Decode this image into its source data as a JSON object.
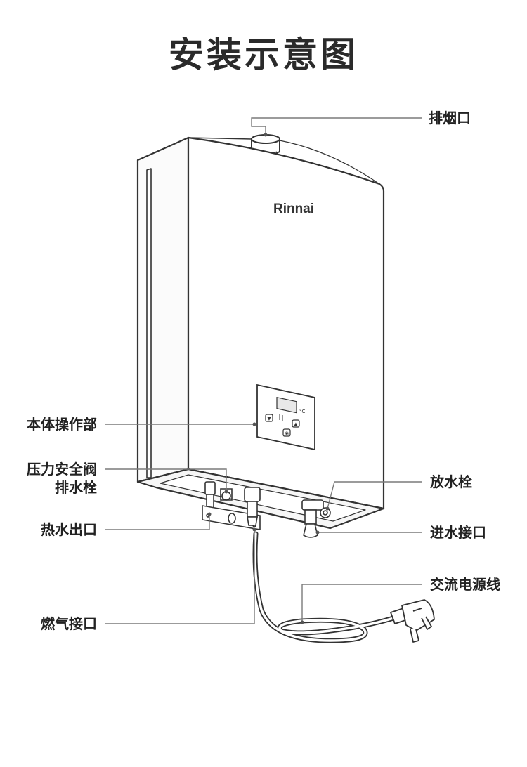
{
  "title": "安装示意图",
  "brand": "Rinnai",
  "labels": {
    "exhaust": "排烟口",
    "control_panel": "本体操作部",
    "relief_valve_line1": "压力安全阀",
    "relief_valve_line2": "排水栓",
    "drain_plug": "放水栓",
    "hot_water_outlet": "热水出口",
    "water_inlet": "进水接口",
    "power_cord": "交流电源线",
    "gas_inlet": "燃气接口"
  },
  "panel": {
    "temp_unit": "°C",
    "down_glyph": "▼",
    "up_glyph": "▲",
    "power_glyph": "◉"
  },
  "colors": {
    "line": "#333333",
    "leader": "#7a7a7a",
    "text": "#222222",
    "background": "#ffffff"
  }
}
